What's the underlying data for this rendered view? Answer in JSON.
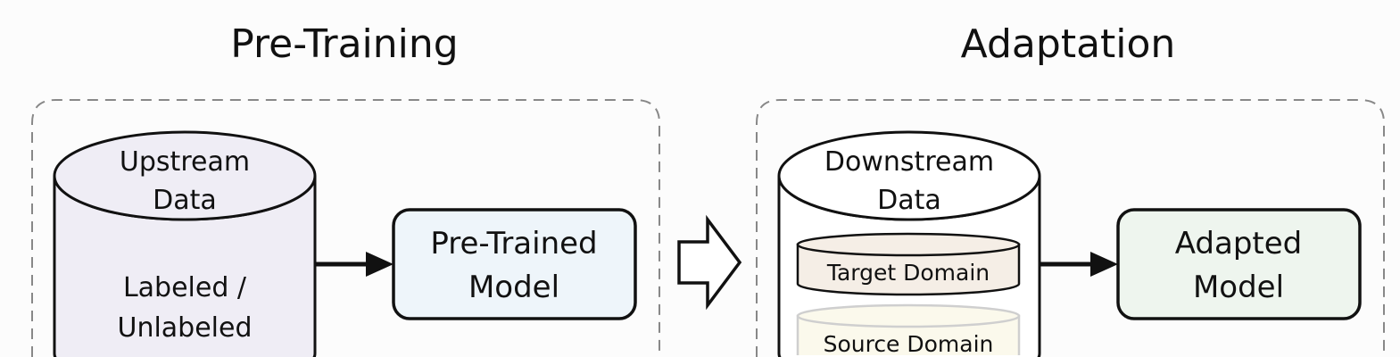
{
  "pretraining": {
    "title": "Pre-Training",
    "upstream_data": {
      "line1": "Upstream",
      "line2": "Data",
      "body_line1": "Labeled /",
      "body_line2": "Unlabeled"
    },
    "pretrained_model": {
      "line1": "Pre-Trained",
      "line2": "Model"
    }
  },
  "adaptation": {
    "title": "Adaptation",
    "downstream_data": {
      "line1": "Downstream",
      "line2": "Data",
      "target_domain": "Target Domain",
      "source_domain": "Source Domain"
    },
    "adapted_model": {
      "line1": "Adapted",
      "line2": "Model"
    }
  },
  "colors": {
    "upstream_fill": "#efedf5",
    "pretrained_fill": "#eef5fa",
    "downstream_fill": "#ffffff",
    "target_domain_fill": "#f5eee6",
    "source_domain_fill": "#fbf9ec",
    "adapted_fill": "#eef5ee",
    "stroke": "#111111",
    "dashed_border": "#888888"
  }
}
